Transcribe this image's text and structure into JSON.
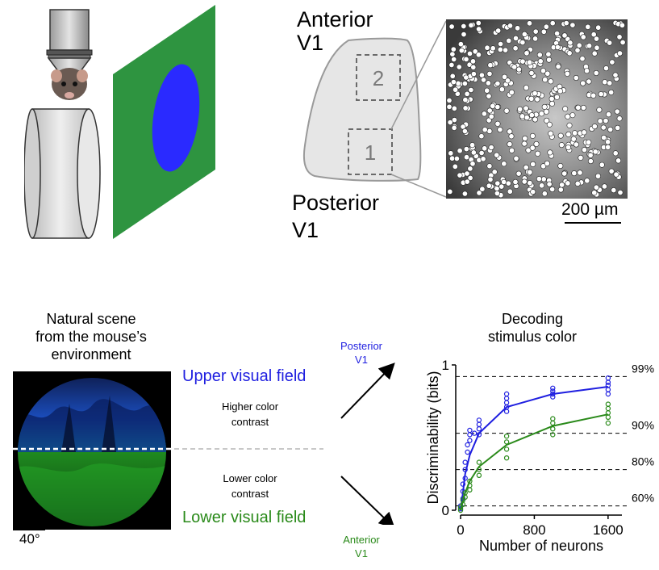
{
  "brain": {
    "anterior_line1": "Anterior",
    "anterior_line2": "V1",
    "posterior_line1": "Posterior",
    "posterior_line2": "V1",
    "fov1": "1",
    "fov2": "2",
    "scalebar": "200 µm"
  },
  "scene": {
    "title_line1": "Natural scene",
    "title_line2": "from the mouse’s",
    "title_line3": "environment",
    "upper_label": "Upper visual field",
    "lower_label": "Lower visual field",
    "higher_line1": "Higher color",
    "higher_line2": "contrast",
    "lower_line1": "Lower color",
    "lower_line2": "contrast",
    "angle_scale": "40°",
    "posterior_line1": "Posterior",
    "posterior_line2": "V1",
    "anterior_line1": "Anterior",
    "anterior_line2": "V1"
  },
  "colors": {
    "upper": "#1f1fe0",
    "lower": "#2a8a1a",
    "screen": "#2e9440",
    "stimulus": "#2a2aff"
  },
  "chart_data": {
    "type": "scatter",
    "title_line1": "Decoding",
    "title_line2": "stimulus color",
    "xlabel": "Number of neurons",
    "ylabel": "Discriminability (bits)",
    "xlim": [
      0,
      1750
    ],
    "ylim": [
      0,
      1
    ],
    "xticks": [
      "0",
      "800",
      "1600"
    ],
    "yticks": [
      "0",
      "1"
    ],
    "reference_lines": [
      {
        "label": "99%",
        "y": 0.92
      },
      {
        "label": "90%",
        "y": 0.53
      },
      {
        "label": "80%",
        "y": 0.28
      },
      {
        "label": "60%",
        "y": 0.03
      }
    ],
    "series": [
      {
        "name": "Posterior V1",
        "color": "#1f1fe0",
        "fit": [
          [
            0,
            0
          ],
          [
            25,
            0.12
          ],
          [
            50,
            0.25
          ],
          [
            100,
            0.38
          ],
          [
            200,
            0.53
          ],
          [
            500,
            0.71
          ],
          [
            1000,
            0.8
          ],
          [
            1600,
            0.85
          ]
        ],
        "points": [
          [
            0,
            0.01
          ],
          [
            0,
            0.03
          ],
          [
            25,
            0.08
          ],
          [
            25,
            0.13
          ],
          [
            25,
            0.18
          ],
          [
            50,
            0.22
          ],
          [
            50,
            0.28
          ],
          [
            50,
            0.33
          ],
          [
            75,
            0.4
          ],
          [
            75,
            0.45
          ],
          [
            100,
            0.52
          ],
          [
            100,
            0.48
          ],
          [
            100,
            0.55
          ],
          [
            150,
            0.53
          ],
          [
            200,
            0.52
          ],
          [
            200,
            0.56
          ],
          [
            200,
            0.59
          ],
          [
            200,
            0.62
          ],
          [
            500,
            0.68
          ],
          [
            500,
            0.71
          ],
          [
            500,
            0.74
          ],
          [
            500,
            0.77
          ],
          [
            500,
            0.8
          ],
          [
            1000,
            0.78
          ],
          [
            1000,
            0.8
          ],
          [
            1000,
            0.82
          ],
          [
            1000,
            0.84
          ],
          [
            1600,
            0.8
          ],
          [
            1600,
            0.83
          ],
          [
            1600,
            0.86
          ],
          [
            1600,
            0.88
          ],
          [
            1600,
            0.91
          ]
        ]
      },
      {
        "name": "Anterior V1",
        "color": "#2a8a1a",
        "fit": [
          [
            0,
            0
          ],
          [
            25,
            0.06
          ],
          [
            50,
            0.12
          ],
          [
            100,
            0.2
          ],
          [
            200,
            0.3
          ],
          [
            500,
            0.45
          ],
          [
            1000,
            0.58
          ],
          [
            1600,
            0.66
          ]
        ],
        "points": [
          [
            0,
            0.0
          ],
          [
            0,
            0.02
          ],
          [
            25,
            0.04
          ],
          [
            25,
            0.07
          ],
          [
            50,
            0.09
          ],
          [
            50,
            0.12
          ],
          [
            100,
            0.14
          ],
          [
            100,
            0.17
          ],
          [
            100,
            0.2
          ],
          [
            200,
            0.24
          ],
          [
            200,
            0.28
          ],
          [
            200,
            0.33
          ],
          [
            500,
            0.36
          ],
          [
            500,
            0.42
          ],
          [
            500,
            0.47
          ],
          [
            500,
            0.51
          ],
          [
            1000,
            0.52
          ],
          [
            1000,
            0.56
          ],
          [
            1000,
            0.6
          ],
          [
            1000,
            0.63
          ],
          [
            1600,
            0.6
          ],
          [
            1600,
            0.64
          ],
          [
            1600,
            0.67
          ],
          [
            1600,
            0.7
          ],
          [
            1600,
            0.73
          ]
        ]
      }
    ]
  }
}
